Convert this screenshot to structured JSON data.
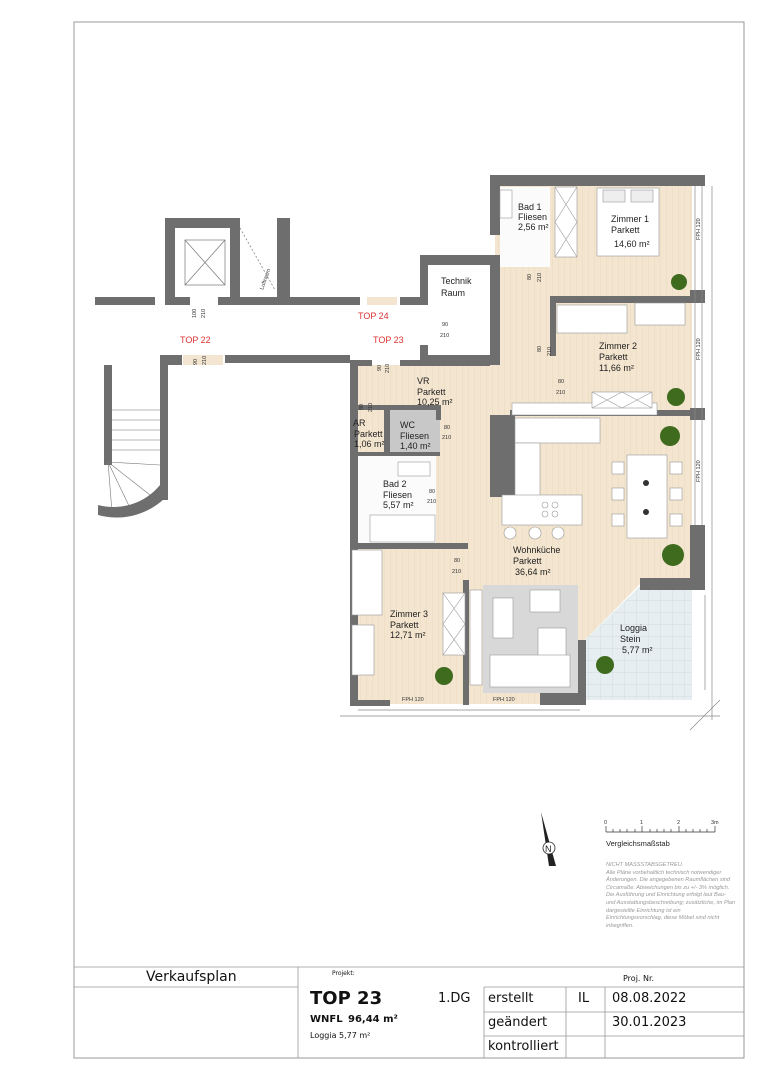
{
  "plan": {
    "rooms": [
      {
        "name": "Bad 1",
        "floor": "Fliesen",
        "area": "2,56 m²"
      },
      {
        "name": "Zimmer 1",
        "floor": "Parkett",
        "area": "14,60 m²"
      },
      {
        "name": "Technik",
        "floor": "Raum"
      },
      {
        "name": "Zimmer 2",
        "floor": "Parkett",
        "area": "11,66 m²"
      },
      {
        "name": "VR",
        "floor": "Parkett",
        "area": "10,25 m²"
      },
      {
        "name": "AR",
        "floor": "Parkett",
        "area": "1,06 m²"
      },
      {
        "name": "WC",
        "floor": "Fliesen",
        "area": "1,40 m²"
      },
      {
        "name": "Bad 2",
        "floor": "Fliesen",
        "area": "5,57 m²"
      },
      {
        "name": "Wohnküche",
        "floor": "Parkett",
        "area": "36,64 m²"
      },
      {
        "name": "Zimmer 3",
        "floor": "Parkett",
        "area": "12,71 m²"
      },
      {
        "name": "Loggia",
        "floor": "Stein",
        "area": "5,77 m²"
      }
    ],
    "unit_markers": [
      "TOP 24",
      "TOP 23",
      "TOP 22"
    ],
    "void_label": "Luftraum",
    "window_label": "FPH 120",
    "doors": [
      {
        "w": "80",
        "h": "210"
      },
      {
        "w": "80",
        "h": "210"
      },
      {
        "w": "90",
        "h": "210"
      },
      {
        "w": "90",
        "h": "210"
      },
      {
        "w": "80",
        "h": "210"
      },
      {
        "w": "80",
        "h": "210"
      },
      {
        "w": "80",
        "h": "210"
      },
      {
        "w": "80",
        "h": "210"
      },
      {
        "w": "80",
        "h": "210"
      },
      {
        "w": "100",
        "h": "210"
      },
      {
        "w": "90",
        "h": "210"
      }
    ],
    "colors": {
      "wall": "#6e6e6e",
      "parquet": "#f3e5cf",
      "tile": "#e4ecef",
      "furniture": "#d8d8d8",
      "plant": "#3f6b1f",
      "marker": "#d33333"
    }
  },
  "scale": {
    "ticks": [
      "0",
      "1",
      "2",
      "3m"
    ],
    "label": "Vergleichsmaßstab"
  },
  "compass": {
    "label": "N"
  },
  "disclaimer": {
    "heading": "NICHT MASSSTABSGETREU.",
    "body": "Alle Pläne vorbehaltlich technisch notwendiger Änderungen. Die angegebenen Raumflächen sind Circamaße. Abweichungen bis zu +/- 3% möglich. Die Ausführung und Einrichtung erfolgt laut Bau- und Ausstattungsbeschreibung; zusätzliche, im Plan dargestellte Einrichtung ist ein Einrichtungsvorschlag, diese Möbel sind nicht inbegriffen."
  },
  "title_block": {
    "plan_type": "Verkaufsplan",
    "project_label": "Projekt:",
    "proj_nr_label": "Proj. Nr.",
    "unit": "TOP 23",
    "floor": "1.DG",
    "wnfl_label": "WNFL",
    "wnfl_value": "96,44 m²",
    "loggia": "Loggia  5,77 m²",
    "rows": [
      {
        "label": "erstellt",
        "initials": "IL",
        "date": "08.08.2022"
      },
      {
        "label": "geändert",
        "initials": "",
        "date": "30.01.2023"
      },
      {
        "label": "kontrolliert",
        "initials": "",
        "date": ""
      }
    ]
  }
}
